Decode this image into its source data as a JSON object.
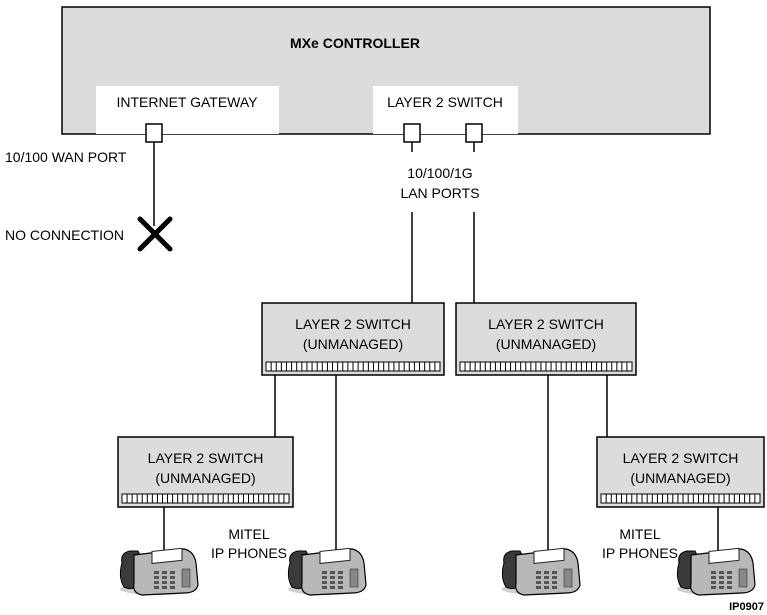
{
  "controller": {
    "title": "MXe CONTROLLER",
    "internet_gateway_label": "INTERNET GATEWAY",
    "layer2_switch_label": "LAYER 2 SWITCH"
  },
  "wan": {
    "port_label": "10/100 WAN PORT",
    "no_connection_label": "NO CONNECTION"
  },
  "lan": {
    "ports_line1": "10/100/1G",
    "ports_line2": "LAN PORTS"
  },
  "switches": [
    {
      "line1": "LAYER 2 SWITCH",
      "line2": "(UNMANAGED)"
    },
    {
      "line1": "LAYER 2 SWITCH",
      "line2": "(UNMANAGED)"
    },
    {
      "line1": "LAYER 2 SWITCH",
      "line2": "(UNMANAGED)"
    },
    {
      "line1": "LAYER 2 SWITCH",
      "line2": "(UNMANAGED)"
    }
  ],
  "phones": {
    "group_left_line1": "MITEL",
    "group_left_line2": "IP PHONES",
    "group_right_line1": "MITEL",
    "group_right_line2": "IP PHONES"
  },
  "figure_id": "IP0907",
  "colors": {
    "controller_fill": "#dcdcdc",
    "switch_fill": "#dcdcdc",
    "line": "#000000",
    "phone_body": "#b8b8b8",
    "phone_dark": "#3a3a3a"
  }
}
